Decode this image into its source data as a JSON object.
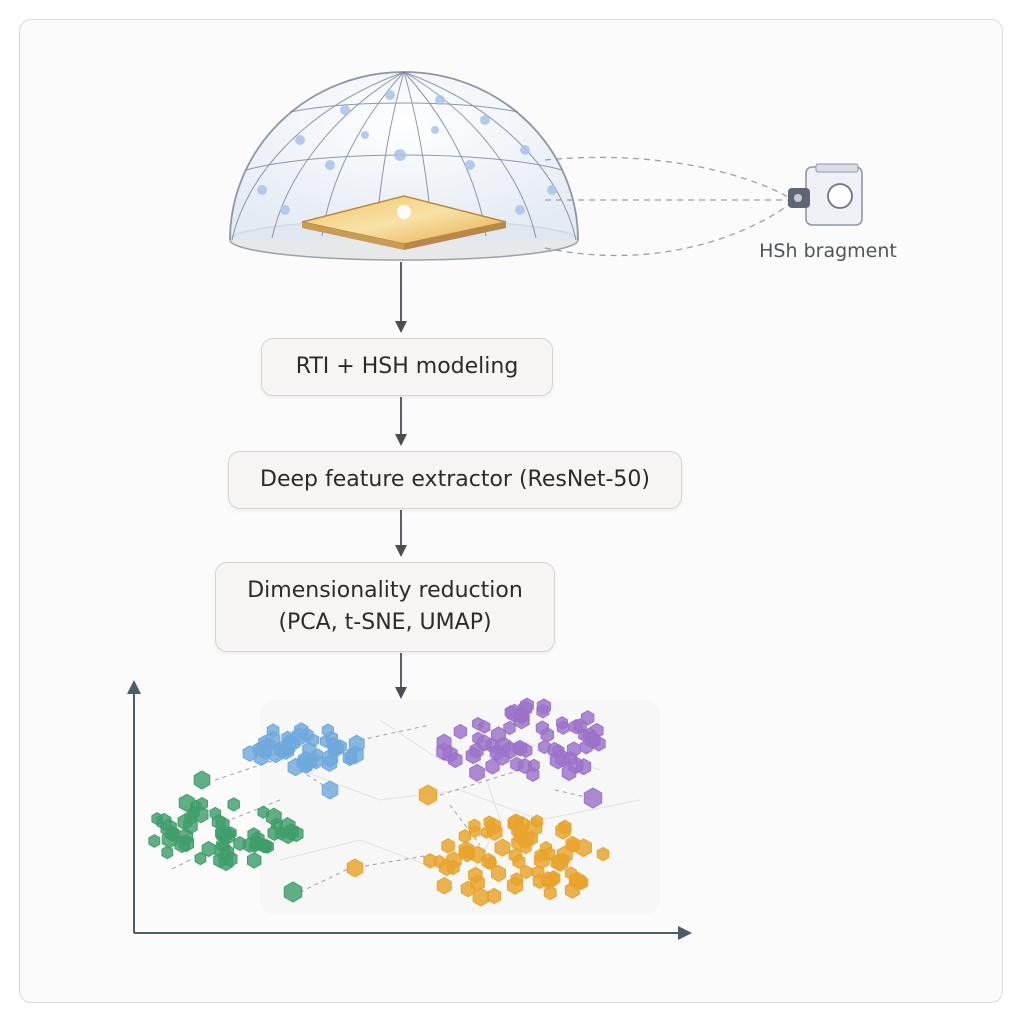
{
  "fragment": {
    "label": "HSh bragment"
  },
  "steps": {
    "rti_hsh": "RTI + HSH modeling",
    "extractor": "Deep feature extractor (ResNet-50)",
    "dim_reduction_line1": "Dimensionality reduction",
    "dim_reduction_line2": "(PCA, t-SNE, UMAP)"
  },
  "colors": {
    "blue_cluster": "#6fa8dc",
    "purple_cluster": "#9b72c9",
    "green_cluster": "#3f9e6a",
    "orange_cluster": "#e8a32b",
    "arrow": "#4a4f57",
    "axis": "#4d5b6e"
  },
  "icons": {
    "camera": "camera-icon",
    "dome": "rti-dome-icon"
  }
}
